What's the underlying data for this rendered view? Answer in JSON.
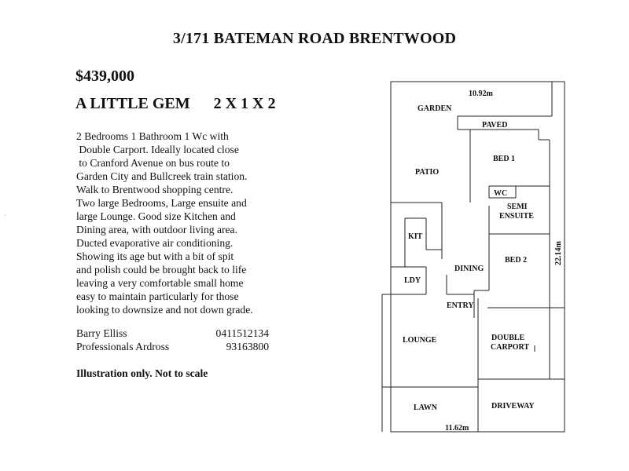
{
  "listing": {
    "title": "3/171 BATEMAN ROAD BRENTWOOD",
    "price": "$439,000",
    "headline": "A LITTLE GEM      2 X 1 X 2",
    "description_lines": [
      "2 Bedrooms 1 Bathroom 1 Wc with",
      " Double Carport. Ideally located close",
      " to Cranford Avenue on bus route to",
      "Garden City and Bullcreek train station.",
      "Walk to Brentwood shopping centre.",
      "Two large Bedrooms, Large ensuite and",
      "large Lounge. Good size Kitchen and",
      "Dining area, with outdoor living area.",
      "Ducted evaporative air conditioning.",
      "Showing its age but with a bit of spit",
      "and polish could be brought back to life",
      "leaving a very comfortable small home",
      "easy to maintain particularly for those",
      "looking to downsize and not down grade."
    ],
    "contacts": [
      {
        "name": "Barry Elliss",
        "phone": "0411512134"
      },
      {
        "name": "Professionals Ardross",
        "phone": "93163800"
      }
    ],
    "disclaimer": "Illustration only. Not to scale"
  },
  "floorplan": {
    "dim_top": "10.92m",
    "dim_side": "22.14m",
    "dim_bottom": "11.62m",
    "rooms": {
      "garden": "GARDEN",
      "paved": "PAVED",
      "patio": "PATIO",
      "bed1": "BED 1",
      "wc": "WC",
      "semi": "SEMI",
      "ensuite": "ENSUITE",
      "kit": "KIT",
      "dining": "DINING",
      "bed2": "BED 2",
      "ldy": "LDY",
      "entry": "ENTRY",
      "lounge": "LOUNGE",
      "double": "DOUBLE",
      "carport": "CARPORT",
      "lawn": "LAWN",
      "driveway": "DRIVEWAY"
    }
  },
  "margin_mark": "'"
}
